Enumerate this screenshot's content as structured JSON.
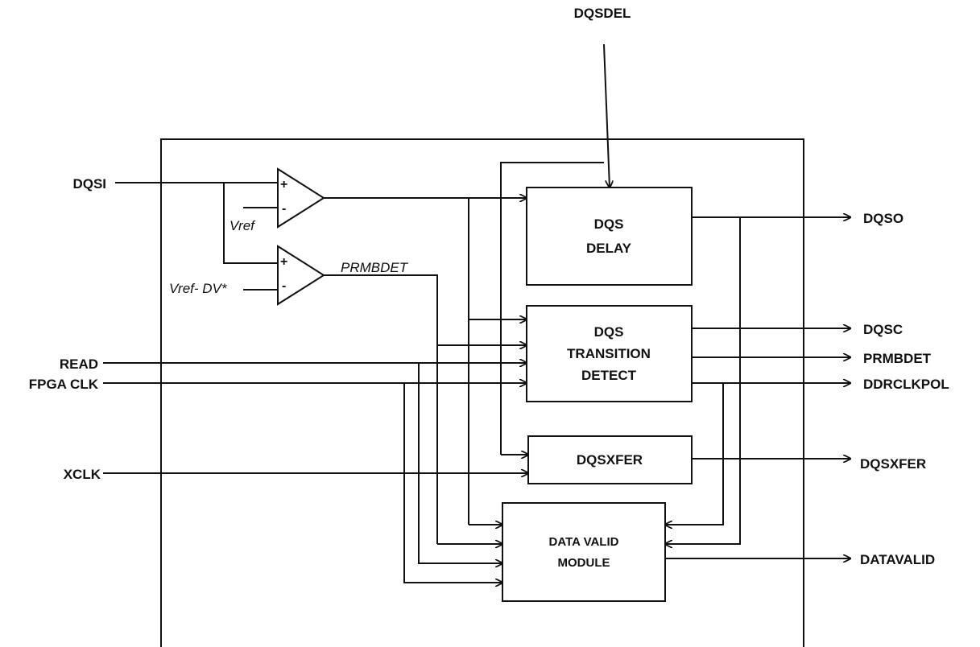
{
  "signals": {
    "top_input": "DQSDEL",
    "inputs": {
      "dqsi": "DQSI",
      "read": "READ",
      "fpga_clk": "FPGA CLK",
      "xclk": "XCLK"
    },
    "outputs": {
      "dqso": "DQSO",
      "dqsc": "DQSC",
      "prmbdet": "PRMBDET",
      "ddrclkpol": "DDRCLKPOL",
      "dqsxfer": "DQSXFER",
      "datavalid": "DATAVALID"
    }
  },
  "comparators": {
    "upper": {
      "plus": "+",
      "minus": "-",
      "ref_label": "Vref"
    },
    "lower": {
      "plus": "+",
      "minus": "-",
      "ref_label": "Vref- DV*",
      "out_label": "PRMBDET"
    }
  },
  "blocks": {
    "dqs_delay": {
      "line1": "DQS",
      "line2": "DELAY"
    },
    "transition_detect": {
      "line1": "DQS",
      "line2": "TRANSITION",
      "line3": "DETECT"
    },
    "dqsxfer": {
      "line1": "DQSXFER"
    },
    "data_valid": {
      "line1": "DATA VALID",
      "line2": "MODULE"
    }
  },
  "colors": {
    "line": "#111111",
    "background": "#ffffff"
  }
}
